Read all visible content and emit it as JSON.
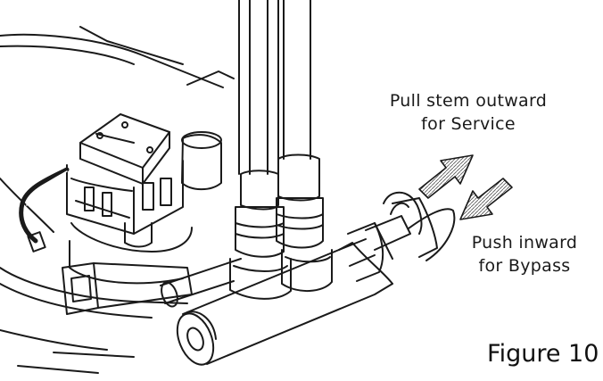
{
  "labels": {
    "service_line1": "Pull stem outward",
    "service_line2": "for Service",
    "bypass_line1": "Push inward",
    "bypass_line2": "for Bypass"
  },
  "caption": "Figure 10",
  "colors": {
    "line": "#1a1a1a",
    "arrow_fill": "#a8a8a8",
    "background": "#ffffff"
  },
  "icons": [
    "outward-arrow-icon",
    "inward-arrow-icon"
  ]
}
